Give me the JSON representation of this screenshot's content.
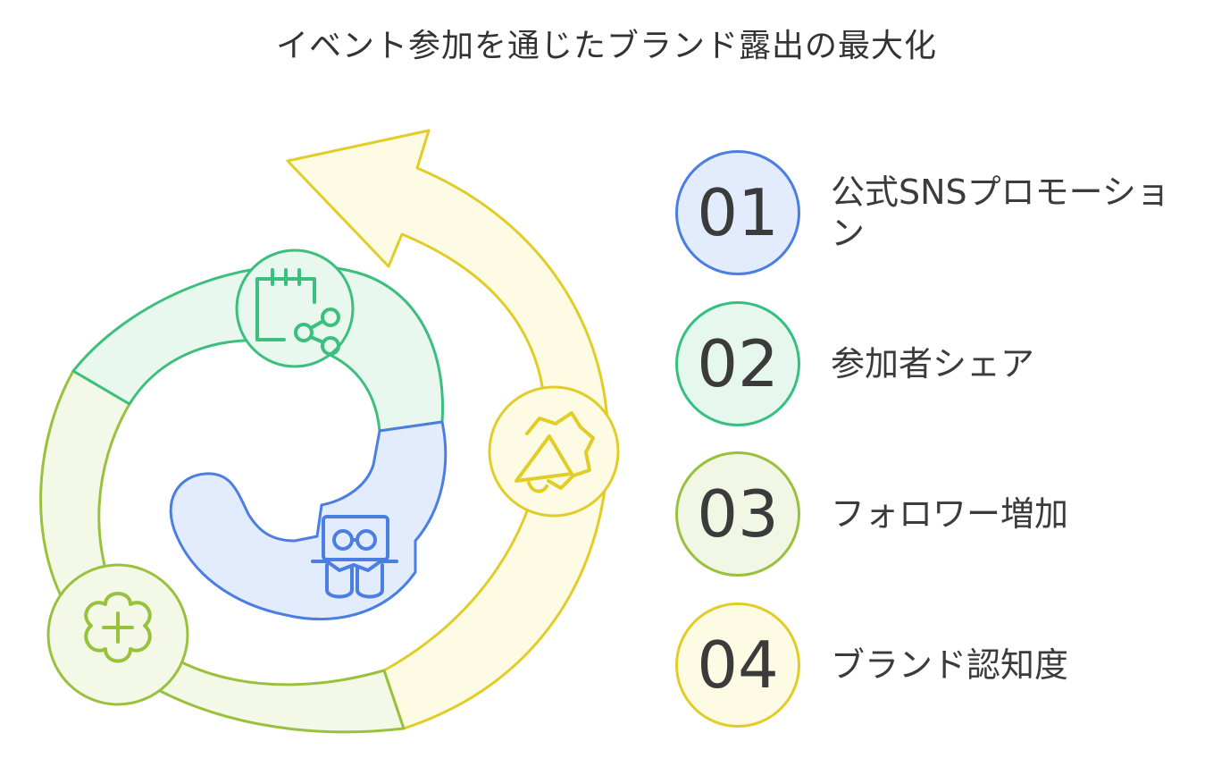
{
  "title": "イベント参加を通じたブランド露出の最大化",
  "steps": [
    {
      "number": "01",
      "label": "公式SNSプロモーション",
      "icon": "calendar-share-icon",
      "stroke": "#4a7ee3",
      "fill": "#e3ecfc"
    },
    {
      "number": "02",
      "label": "参加者シェア",
      "icon": "megaphone-icon",
      "stroke": "#35c07f",
      "fill": "#e6f8ee"
    },
    {
      "number": "03",
      "label": "フォロワー増加",
      "icon": "plus-flower-icon",
      "stroke": "#98c23d",
      "fill": "#f1f7e4"
    },
    {
      "number": "04",
      "label": "ブランド認知度",
      "icon": "glasses-character-icon",
      "stroke": "#e2cd28",
      "fill": "#fdfbe4"
    }
  ],
  "spiral_colors": {
    "green": {
      "stroke": "#3cbf7d",
      "fill": "#e8f8ef"
    },
    "lime": {
      "stroke": "#98c23d",
      "fill": "#f3f9e6"
    },
    "yellow": {
      "stroke": "#e2cd28",
      "fill": "#fdfbe4"
    },
    "blue": {
      "stroke": "#4a7ee3",
      "fill": "#e3ecfc"
    }
  }
}
